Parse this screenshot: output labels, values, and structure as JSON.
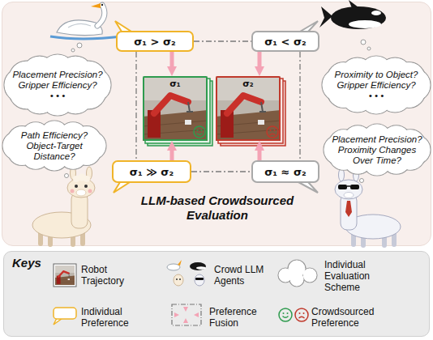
{
  "diagram": {
    "nodes": [
      {
        "text": [
          "LLM-based Crowdsourced Evaluation"
        ]
      },
      {
        "text": [
          "σ₁ > σ₂"
        ],
        "in": 0
      },
      {
        "text": [
          "σ₁ < σ₂"
        ],
        "in": 0
      },
      {
        "text": [
          "Placement Precision?",
          "Gripper Efficiency?",
          "• • •"
        ],
        "in": 0
      },
      {
        "text": [
          "Proximity to Object?",
          "Gripper Efficiency?",
          "• • •"
        ],
        "in": 0
      },
      {
        "text": [
          "σ₁"
        ],
        "in": 0
      },
      {
        "text": [
          "σ₂"
        ],
        "in": 0
      },
      {
        "text": [
          "Path Efficiency?",
          "Object-Target Distance?"
        ],
        "in": 0
      },
      {
        "text": [
          "Placement Precision?",
          "Proximity Changes Over Time?"
        ],
        "in": 0
      },
      {
        "text": [
          "σ₁ ≫ σ₂"
        ],
        "in": 0
      },
      {
        "text": [
          "σ₁ ≈ σ₂"
        ],
        "in": 0
      },
      {
        "text": [
          "Keys"
        ]
      }
    ],
    "edges": [
      {
        "from": 1,
        "to": 2,
        "arrow": "none"
      },
      {
        "from": 1,
        "to": 9,
        "arrow": "none"
      },
      {
        "from": 2,
        "to": 10,
        "arrow": "none"
      },
      {
        "from": 9,
        "to": 10,
        "arrow": "none"
      },
      {
        "from": 1,
        "to": 5,
        "arrow": "to"
      },
      {
        "from": 2,
        "to": 6,
        "arrow": "to"
      },
      {
        "from": 9,
        "to": 5,
        "arrow": "to"
      },
      {
        "from": 10,
        "to": 6,
        "arrow": "to"
      }
    ],
    "labels": [
      "Robot Trajectory",
      "Crowd LLM Agents",
      "Individual Evaluation Scheme",
      "Individual Preference",
      "Preference Fusion",
      "Crowdsourced Preference"
    ]
  }
}
